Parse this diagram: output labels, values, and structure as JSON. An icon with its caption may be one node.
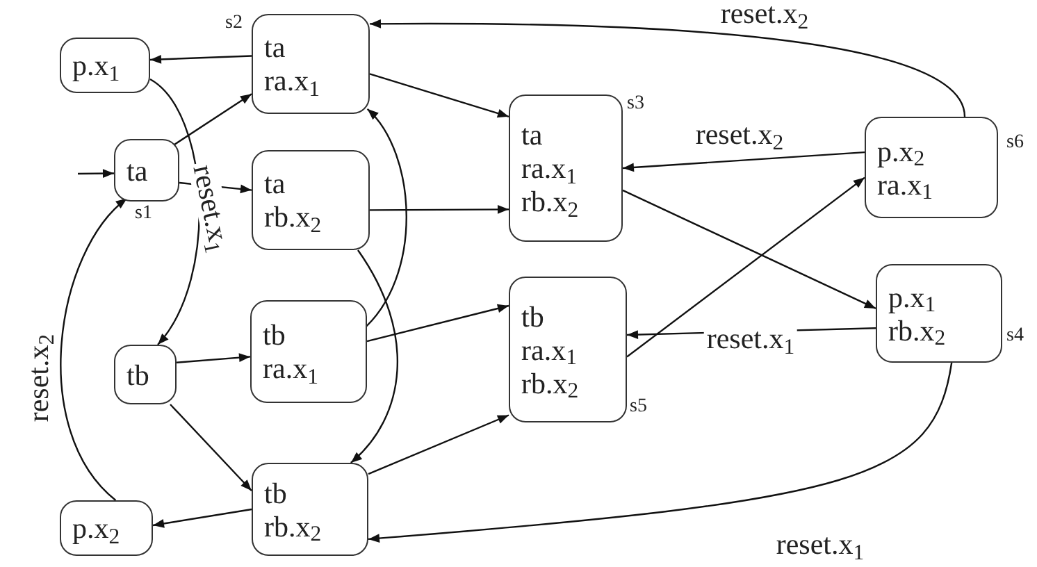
{
  "diagram": {
    "nodes": [
      {
        "text": [
          "p.x$_{1}$"
        ]
      },
      {
        "text": [
          "ta",
          "ra.x$_{1}$"
        ],
        "beside": [
          "s2"
        ]
      },
      {
        "text": [
          "ta"
        ],
        "beside": [
          "s1"
        ]
      },
      {
        "text": [
          "ta",
          "rb.x$_{2}$"
        ]
      },
      {
        "text": [
          "ta",
          "ra.x$_{1}$",
          "rb.x$_{2}$"
        ],
        "beside": [
          "s3"
        ]
      },
      {
        "text": [
          "p.x$_{2}$",
          "ra.x$_{1}$"
        ],
        "beside": [
          "s6"
        ]
      },
      {
        "text": [
          "tb"
        ]
      },
      {
        "text": [
          "tb",
          "ra.x$_{1}$"
        ]
      },
      {
        "text": [
          "tb",
          "ra.x$_{1}$",
          "rb.x$_{2}$"
        ],
        "beside": [
          "s5"
        ]
      },
      {
        "text": [
          "p.x$_{1}$",
          "rb.x$_{2}$"
        ],
        "beside": [
          "s4"
        ]
      },
      {
        "text": [
          "p.x$_{2}$"
        ]
      },
      {
        "text": [
          "tb",
          "rb.x$_{2}$"
        ]
      }
    ],
    "edges": [
      {
        "from": null,
        "to": 2,
        "arrow": "to"
      },
      {
        "from": 1,
        "to": 0,
        "arrow": "to"
      },
      {
        "from": 2,
        "to": 1,
        "arrow": "to"
      },
      {
        "from": 2,
        "to": 3,
        "arrow": "to"
      },
      {
        "from": 1,
        "to": 4,
        "arrow": "to"
      },
      {
        "from": 3,
        "to": 4,
        "arrow": "to"
      },
      {
        "from": 0,
        "to": 6,
        "arrow": "to",
        "label": "reset.x$_{1}$"
      },
      {
        "from": 10,
        "to": 2,
        "arrow": "to",
        "label": "reset.x$_{2}$"
      },
      {
        "from": 3,
        "to": 11,
        "arrow": "to"
      },
      {
        "from": 7,
        "to": 1,
        "arrow": "to"
      },
      {
        "from": 6,
        "to": 7,
        "arrow": "to"
      },
      {
        "from": 6,
        "to": 11,
        "arrow": "to"
      },
      {
        "from": 7,
        "to": 8,
        "arrow": "to"
      },
      {
        "from": 11,
        "to": 8,
        "arrow": "to"
      },
      {
        "from": 11,
        "to": 10,
        "arrow": "to"
      },
      {
        "from": 5,
        "to": 4,
        "arrow": "to",
        "label": "reset.x$_{2}$"
      },
      {
        "from": 5,
        "to": 1,
        "arrow": "to",
        "label": "reset.x$_{2}$"
      },
      {
        "from": 4,
        "to": 9,
        "arrow": "to"
      },
      {
        "from": 8,
        "to": 5,
        "arrow": "to"
      },
      {
        "from": 9,
        "to": 8,
        "arrow": "to",
        "label": "reset.x$_{1}$"
      },
      {
        "from": 9,
        "to": 11,
        "arrow": "to",
        "label": "reset.x$_{1}$"
      }
    ]
  }
}
